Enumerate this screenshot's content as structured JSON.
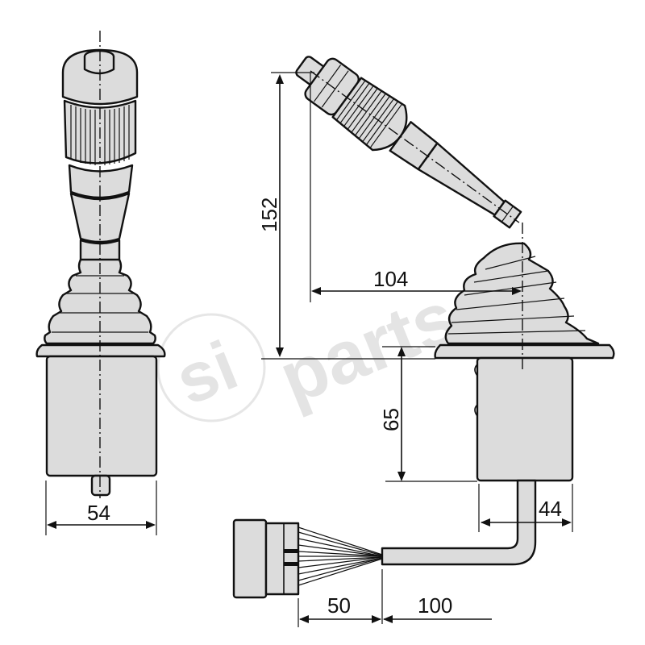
{
  "figure": {
    "subject": "Joystick control lever technical drawing",
    "views": [
      "front-view",
      "side-view-tilted"
    ]
  },
  "dimensions": {
    "front_width": "54",
    "tilt_height": "152",
    "tilt_offset": "104",
    "body_height": "65",
    "body_width": "44",
    "connector_lead": "50",
    "cable_length": "100"
  },
  "watermark": {
    "text_si": "si",
    "text_parts": "parts"
  },
  "colors": {
    "part_fill": "#dcdcdc",
    "line": "#111111",
    "watermark": "#cfcfcf"
  }
}
